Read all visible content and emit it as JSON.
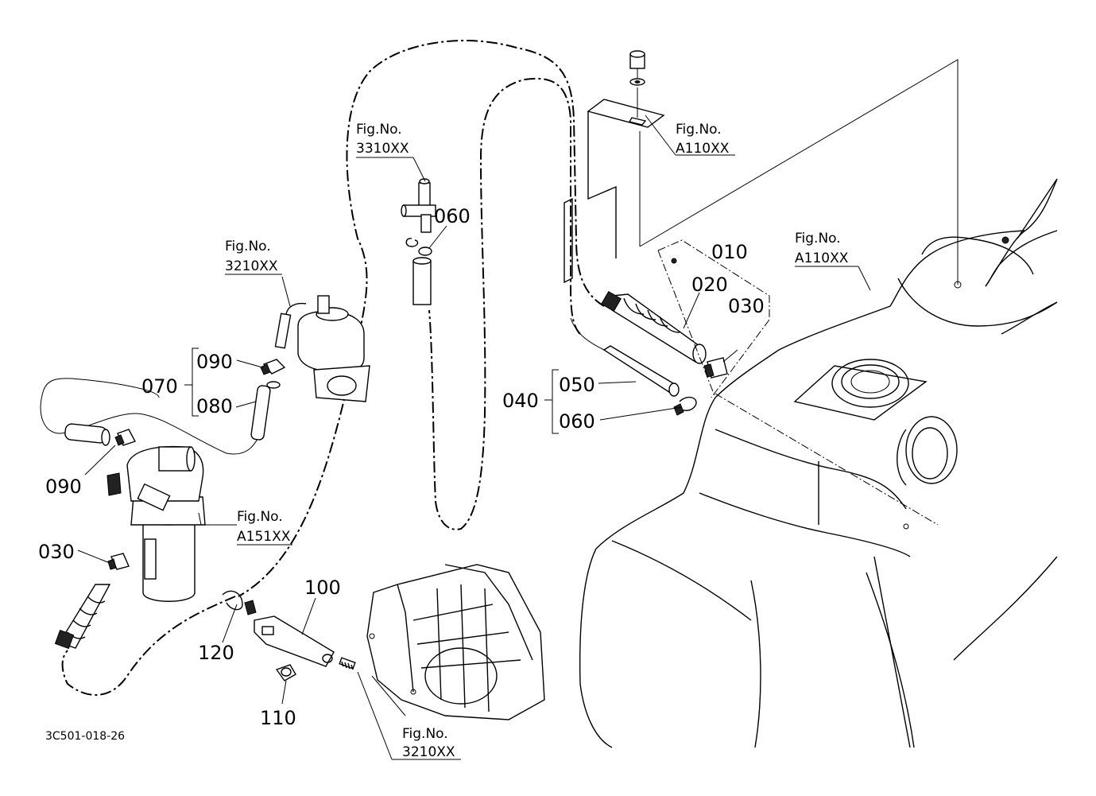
{
  "diagram": {
    "drawing_code": "3C501-018-26",
    "part_labels": {
      "p010": "010",
      "p020": "020",
      "p030_right": "030",
      "p030_left": "030",
      "p040": "040",
      "p050": "050",
      "p060_right": "060",
      "p060_top": "060",
      "p070": "070",
      "p080": "080",
      "p090_top": "090",
      "p090_left": "090",
      "p100": "100",
      "p110": "110",
      "p120": "120"
    },
    "fig_refs": [
      {
        "title": "Fig.No.",
        "number": "3310XX"
      },
      {
        "title": "Fig.No.",
        "number": "3210XX"
      },
      {
        "title": "Fig.No.",
        "number": "A110XX"
      },
      {
        "title": "Fig.No.",
        "number": "A110XX"
      },
      {
        "title": "Fig.No.",
        "number": "A151XX"
      },
      {
        "title": "Fig.No.",
        "number": "3210XX"
      }
    ]
  }
}
